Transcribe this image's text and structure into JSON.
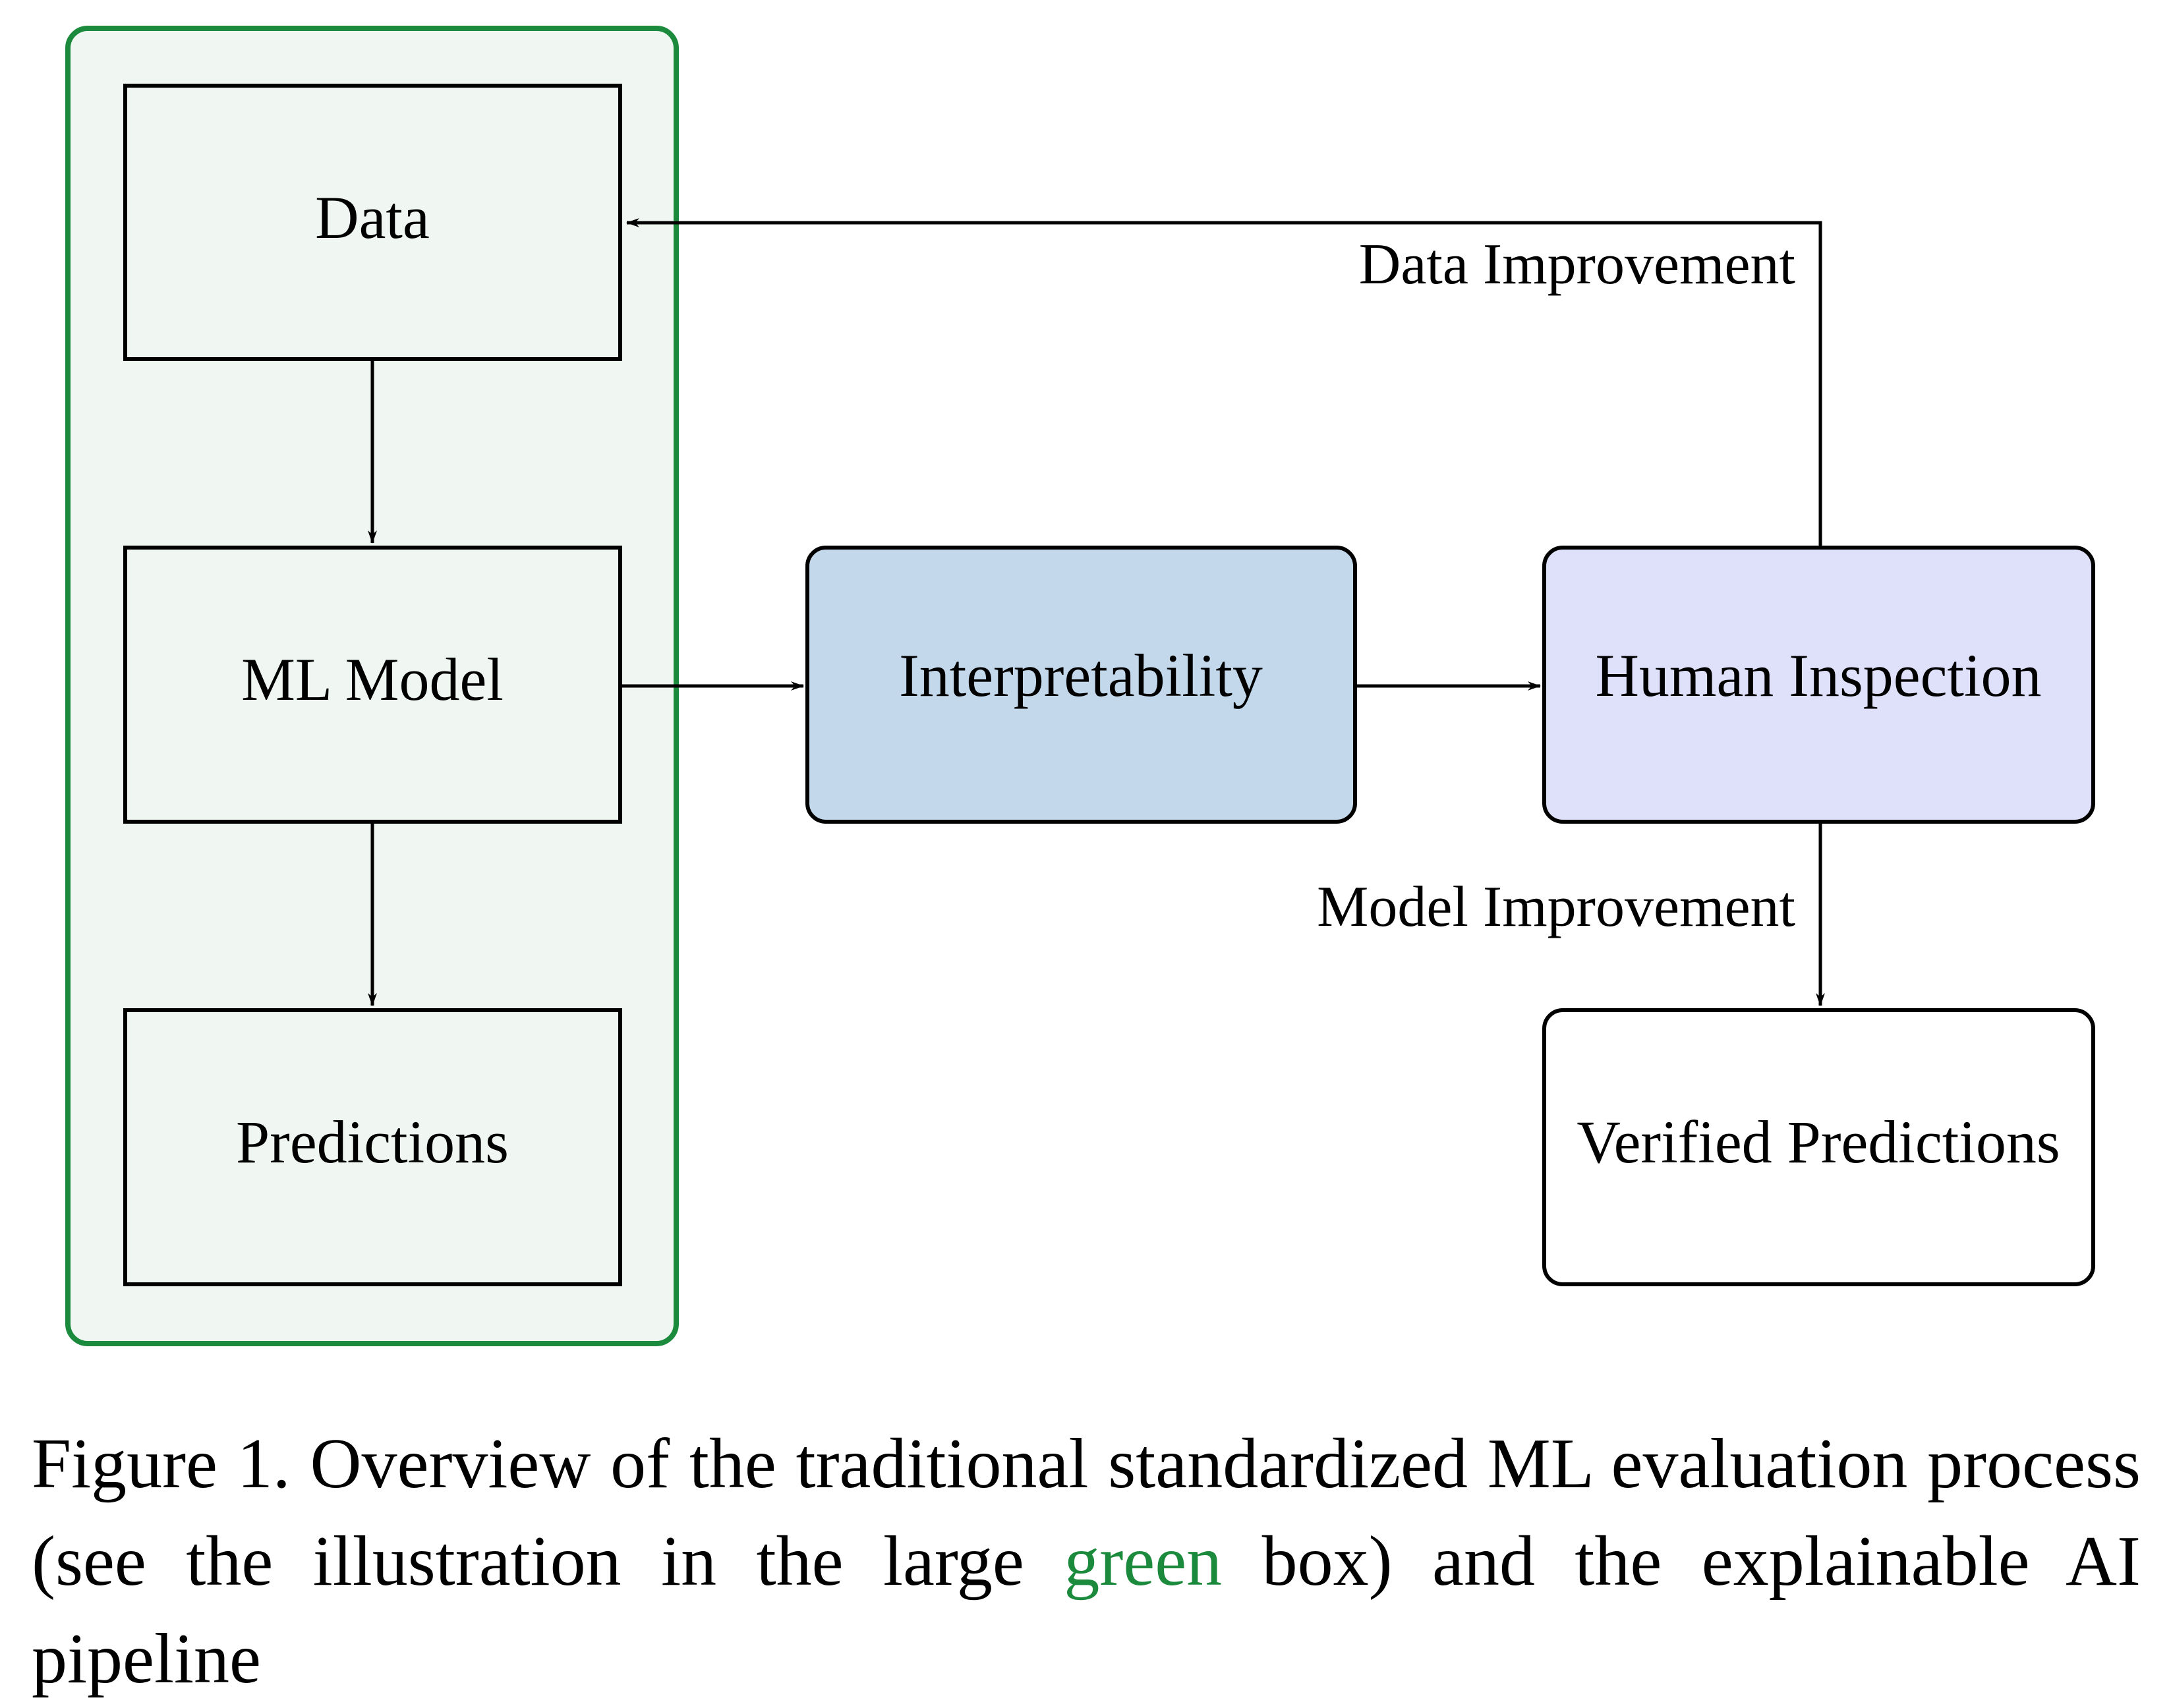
{
  "colors": {
    "group_border": "#1b8a3c",
    "group_fill": "#f0f7f2",
    "interpretability_fill": "#c3d8ea",
    "human_inspection_fill": "#dfe1fb",
    "box_stroke": "#000000",
    "caption_highlight": "#1b8a3c"
  },
  "nodes": {
    "data": "Data",
    "ml_model": "ML Model",
    "predictions": "Predictions",
    "interpretability": "Interpretability",
    "human_inspection": "Human Inspection",
    "verified_predictions": "Verified Predictions"
  },
  "edge_labels": {
    "data_improvement": "Data Improvement",
    "model_improvement": "Model Improvement"
  },
  "caption": {
    "part1": "Figure 1. Overview of the traditional standardized ML evaluation process (see the illustration in the large ",
    "highlight": "green",
    "part2": " box) and the explainable AI pipeline"
  }
}
